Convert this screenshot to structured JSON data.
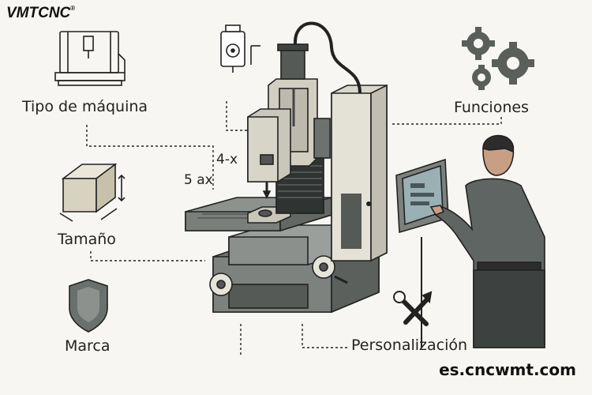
{
  "brand": {
    "logo_text": "VMTCNC",
    "registered_mark": "®"
  },
  "labels": {
    "machine_type": "Tipo de máquina",
    "functions": "Funciones",
    "size": "Tamaño",
    "brand": "Marca",
    "customization": "Personalización",
    "axis_4": "4-x",
    "axis_5": "5 ax"
  },
  "website": "es.cncwmt.com",
  "colors": {
    "background": "#f7f6f2",
    "machine_body": "#d9d7cc",
    "machine_dark": "#555a57",
    "machine_mid": "#8c918c",
    "line": "#222222"
  },
  "icons": [
    "cnc-machine-icon",
    "spindle-motor-icon",
    "gears-icon",
    "cube-icon",
    "shield-icon",
    "wrench-screwdriver-icon"
  ]
}
